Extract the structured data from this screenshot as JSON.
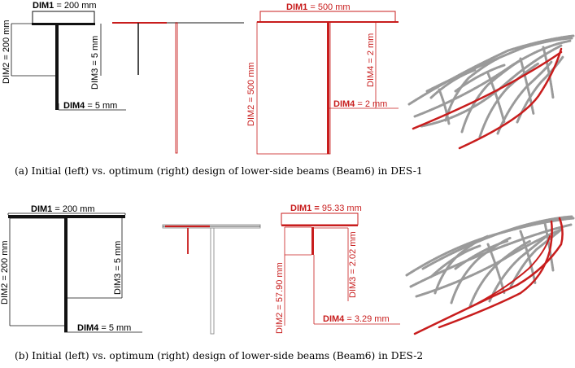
{
  "colors": {
    "black": "#111111",
    "red": "#c81d1d",
    "gray": "#8c8c8c",
    "mesh": "#9a9a9a"
  },
  "row1": {
    "initial": {
      "dim1_name": "DIM1",
      "dim1_val": "= 200 mm",
      "dim2": "DIM2 = 200 mm",
      "dim3": "DIM3 = 5 mm",
      "dim4_name": "DIM4",
      "dim4_val": "= 5 mm"
    },
    "optimum": {
      "dim1_name": "DIM1",
      "dim1_val": "= 500 mm",
      "dim2": "DIM2 = 500 mm",
      "dim4v": "DIM4 = 2 mm",
      "dim4h_name": "DIM4",
      "dim4h_val": "= 2 mm"
    },
    "caption": "(a) Initial (left) vs. optimum (right) design of lower-side beams (Beam6) in DES-1"
  },
  "row2": {
    "initial": {
      "dim1_name": "DIM1",
      "dim1_val": "= 200 mm",
      "dim2": "DIM2 = 200 mm",
      "dim3": "DIM3 = 5 mm",
      "dim4_name": "DIM4",
      "dim4_val": "= 5 mm"
    },
    "optimum": {
      "dim1_name": "DIM1 =",
      "dim1_val": "95.33 mm",
      "dim2": "DIM2 = 57.90 mm",
      "dim3": "DIM3 = 2.02 mm",
      "dim4_name": "DIM4",
      "dim4_val": "= 3.29 mm"
    },
    "caption": "(b) Initial (left) vs. optimum (right) design of lower-side beams (Beam6) in DES-2"
  }
}
